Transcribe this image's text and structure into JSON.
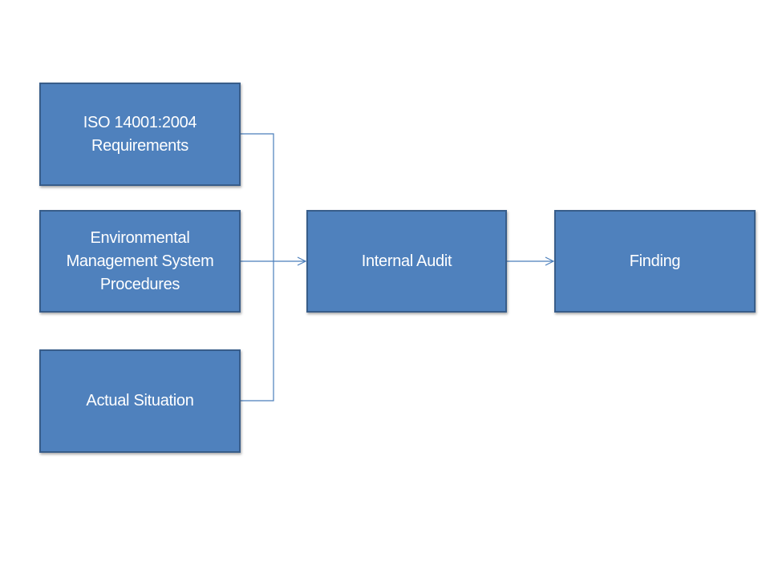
{
  "diagram": {
    "colors": {
      "box_fill": "#4f81bd",
      "box_border": "#385d8a",
      "connector": "#4a7ebb",
      "text": "#ffffff"
    },
    "inputs": [
      {
        "id": "iso",
        "label": "ISO 14001:2004\nRequirements"
      },
      {
        "id": "ems",
        "label": "Environmental\nManagement System\nProcedures"
      },
      {
        "id": "actual",
        "label": "Actual Situation"
      }
    ],
    "process": {
      "id": "audit",
      "label": "Internal Audit"
    },
    "output": {
      "id": "finding",
      "label": "Finding"
    },
    "edges": [
      {
        "from": "ISO 14001:2004 Requirements",
        "to": "Internal Audit"
      },
      {
        "from": "Environmental Management System Procedures",
        "to": "Internal Audit"
      },
      {
        "from": "Actual Situation",
        "to": "Internal Audit"
      },
      {
        "from": "Internal Audit",
        "to": "Finding"
      }
    ]
  }
}
